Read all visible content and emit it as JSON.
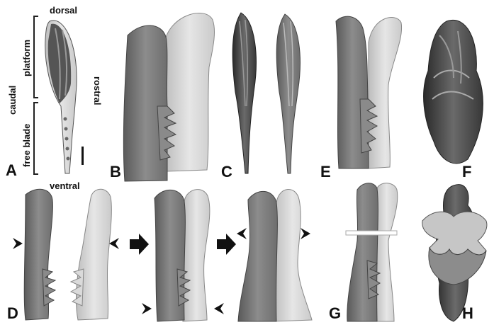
{
  "figure": {
    "panel_labels": {
      "A": "A",
      "B": "B",
      "C": "C",
      "D": "D",
      "E": "E",
      "F": "F",
      "G": "G",
      "H": "H"
    },
    "annotations": {
      "dorsal": "dorsal",
      "ventral": "ventral",
      "caudal": "caudal",
      "rostral": "rostral",
      "platform": "platform",
      "free_blade": "free blade"
    },
    "colors": {
      "dark_element": "#6a6a6a",
      "light_element": "#cfcfcf",
      "darkest_element": "#3c3c3c",
      "reconstruction_fill": "#c6c6c6"
    }
  }
}
